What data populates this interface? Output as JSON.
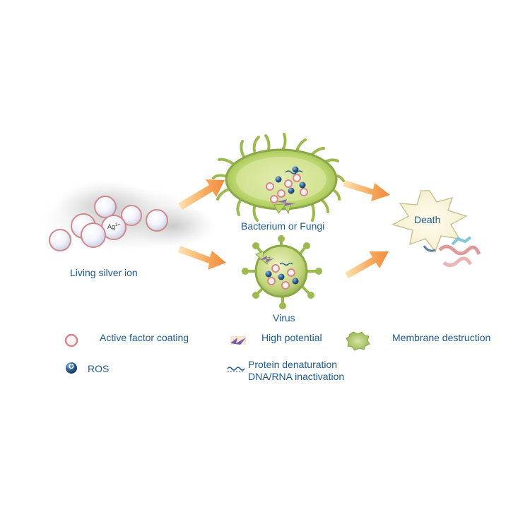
{
  "diagram": {
    "source_label": "Living silver ion",
    "ion_label": "Ag",
    "ion_charge": "1+",
    "target_bacterium_label": "Bacterium or Fungi",
    "target_virus_label": "Virus",
    "outcome_label": "Death",
    "ros_symbol": "O"
  },
  "legend": {
    "coating": "Active factor coating",
    "high_potential": "High potential",
    "membrane": "Membrane destruction",
    "ros": "ROS",
    "protein_line1": "Protein denaturation",
    "protein_line2": "DNA/RNA inactivation"
  },
  "colors": {
    "text": "#1f5a8c",
    "arrow": "#f59a4a",
    "cell_green": "#a8c85a",
    "coating_ring": "#d9888a",
    "ros_blue": "#2b5c8f"
  }
}
